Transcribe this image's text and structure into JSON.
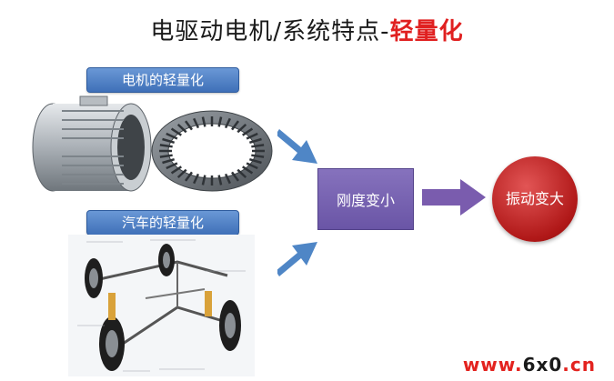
{
  "title": {
    "main": "电驱动电机/系统特点-",
    "accent": "轻量化"
  },
  "labels": {
    "motor": "电机的轻量化",
    "car": "汽车的轻量化"
  },
  "stiffness": "刚度变小",
  "vibration": "振动变大",
  "watermark": {
    "part_a": "www.",
    "part_b": "6x0",
    "part_c": ".cn"
  },
  "colors": {
    "label_blue": "#4f7fc4",
    "stiffness_purple": "#7a64b4",
    "vibration_red": "#c42424",
    "arrow_blue": "#4f86c6",
    "arrow_purple": "#7a5cae"
  }
}
